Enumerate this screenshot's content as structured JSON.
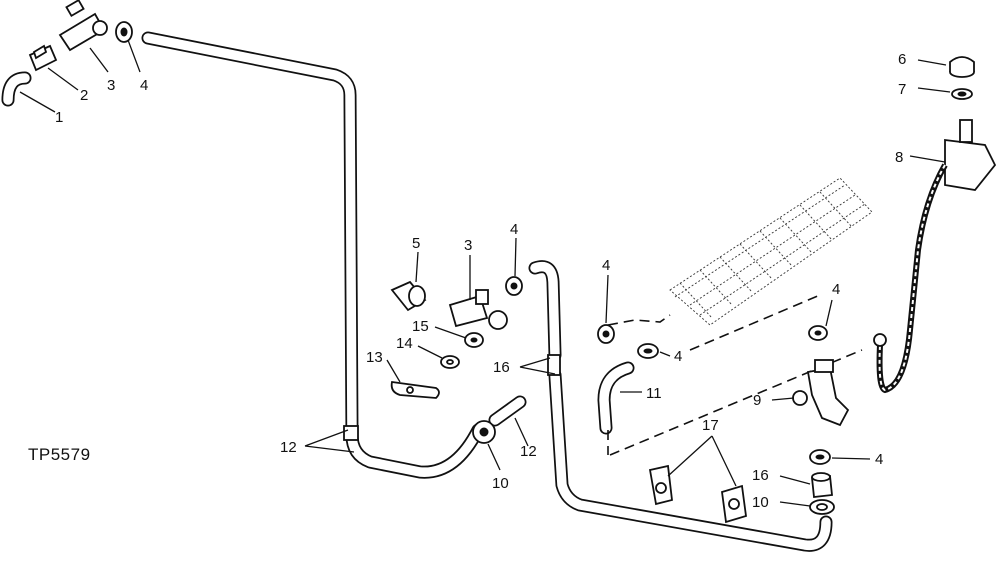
{
  "figure_code": "TP5579",
  "callouts": {
    "c1": "1",
    "c2": "2",
    "c3a": "3",
    "c4a": "4",
    "c6": "6",
    "c7": "7",
    "c8": "8",
    "c5": "5",
    "c3b": "3",
    "c4b": "4",
    "c4c": "4",
    "c15": "15",
    "c14": "14",
    "c13": "13",
    "c16a": "16",
    "c11": "11",
    "c4d": "4",
    "c4e": "4",
    "c9": "9",
    "c4f": "4",
    "c17": "17",
    "c16b": "16",
    "c10b": "10",
    "c12a": "12",
    "c10a": "10",
    "c12b": "12"
  }
}
